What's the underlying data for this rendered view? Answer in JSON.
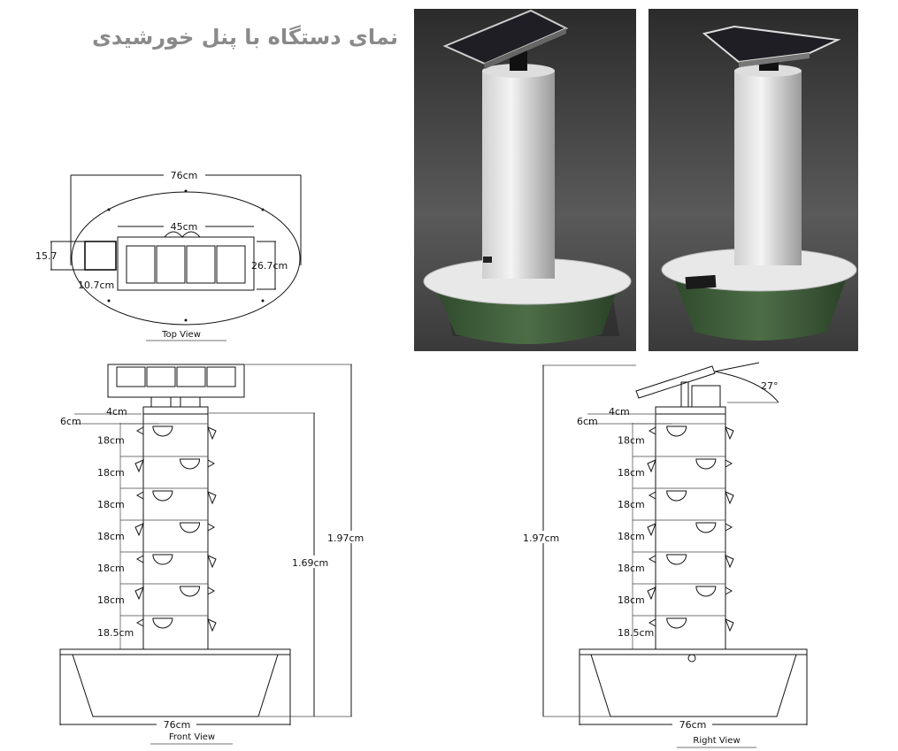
{
  "title": "نمای دستگاه با پنل خورشیدی",
  "top_view": {
    "label": "Top View",
    "width": "76cm",
    "panel_width": "45cm",
    "box_height": "15.7",
    "box_width": "10.7cm",
    "panel_depth": "26.7cm"
  },
  "front_view": {
    "label": "Front View",
    "base_width": "76cm",
    "top_gap": "4cm",
    "first_gap": "6cm",
    "tiers": [
      "18cm",
      "18cm",
      "18cm",
      "18cm",
      "18cm",
      "18cm",
      "18.5cm"
    ],
    "total_height": "1.97cm",
    "tower_height": "1.69cm"
  },
  "right_view": {
    "label": "Right View",
    "base_width": "76cm",
    "top_gap": "4cm",
    "first_gap": "6cm",
    "tiers": [
      "18cm",
      "18cm",
      "18cm",
      "18cm",
      "18cm",
      "18cm",
      "18.5cm"
    ],
    "total_height": "1.97cm",
    "panel_angle": "27°"
  },
  "colors": {
    "title": "#8a8a8a",
    "bucket": "#3f5b3a",
    "render_bg": "#3a3a3a"
  }
}
